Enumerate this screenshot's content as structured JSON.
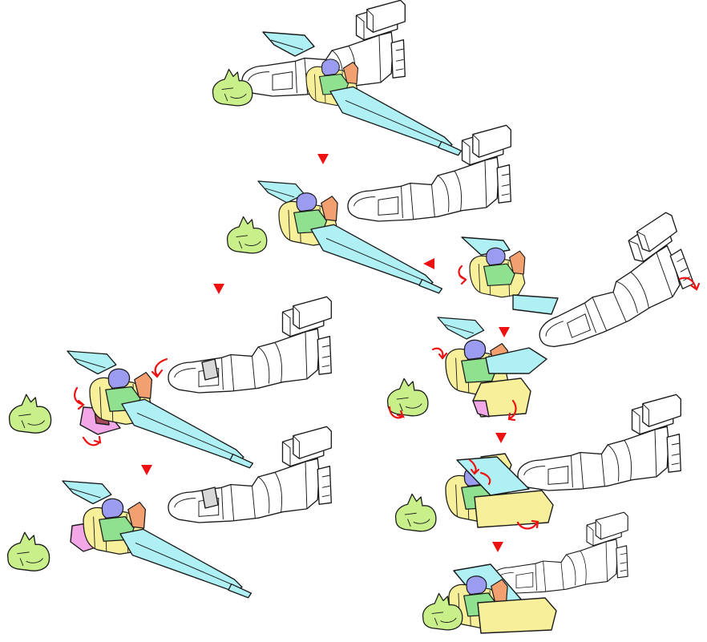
{
  "colors": {
    "hull": "#ffffff",
    "shadow": "#d8d8d8",
    "wing": "#aef0f4",
    "torso": "#f7ef9a",
    "chest": "#8fe08f",
    "head": "#c8ef8a",
    "fist": "#9b9bf0",
    "armor": "#f3a070",
    "hip": "#f2a8e6",
    "arrow": "#ee1111",
    "outline": "#1a1a1a"
  },
  "icons": {
    "step_marker": "red-triangle-down-icon",
    "step_marker_left": "red-triangle-left-icon",
    "rotation": "curved-rotation-arrow-icon"
  },
  "sequence": {
    "step_count": 8,
    "steps": [
      {
        "id": "jet-mode"
      },
      {
        "id": "separate-booster"
      },
      {
        "id": "swing-legs-forward"
      },
      {
        "id": "unfold-hips"
      },
      {
        "id": "rotate-legs"
      },
      {
        "id": "fold-arms"
      },
      {
        "id": "rotate-torso"
      },
      {
        "id": "robot-mode"
      }
    ]
  }
}
